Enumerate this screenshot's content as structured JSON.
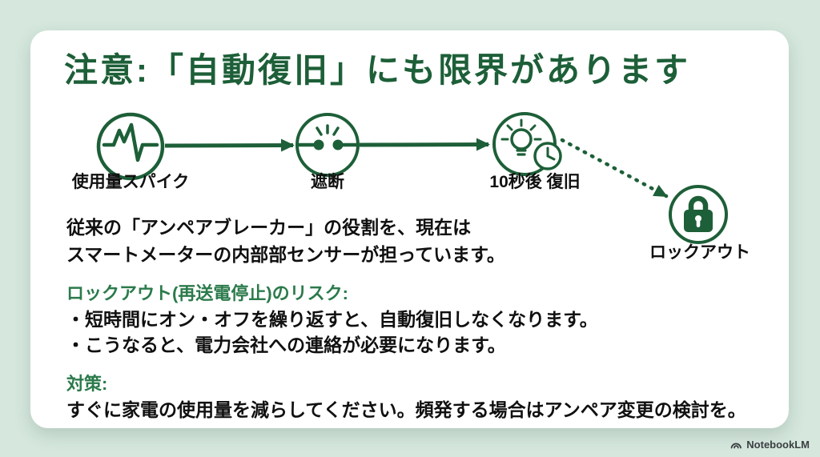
{
  "colors": {
    "background": "#d6e8de",
    "card": "#ffffff",
    "title_green": "#1d5f38",
    "heading_green": "#2b7a4b",
    "text_black": "#101010"
  },
  "title": "注意:「自動復旧」にも限界があります",
  "flow": {
    "steps": [
      {
        "icon": "usage-spike-icon",
        "label": "使用量スパイク"
      },
      {
        "icon": "disconnect-icon",
        "label": "遮断"
      },
      {
        "icon": "bulb-clock-icon",
        "label": "10秒後 復旧"
      },
      {
        "icon": "lock-icon",
        "label": "ロックアウト"
      }
    ]
  },
  "paragraphs": {
    "intro_lines": [
      "従来の「アンペアブレーカー」の役割を、現在は",
      "スマートメーターの内部部センサーが担っています。"
    ],
    "risk_heading": "ロックアウト(再送電停止)のリスク:",
    "risk_bullets": [
      "・短時間にオン・オフを繰り返すと、自動復旧しなくなります。",
      "・こうなると、電力会社への連絡が必要になります。"
    ],
    "measure_heading": "対策:",
    "measure_text": "すぐに家電の使用量を減らしてください。頻発する場合はアンペア変更の検討を。"
  },
  "footer": {
    "brand": "NotebookLM"
  }
}
